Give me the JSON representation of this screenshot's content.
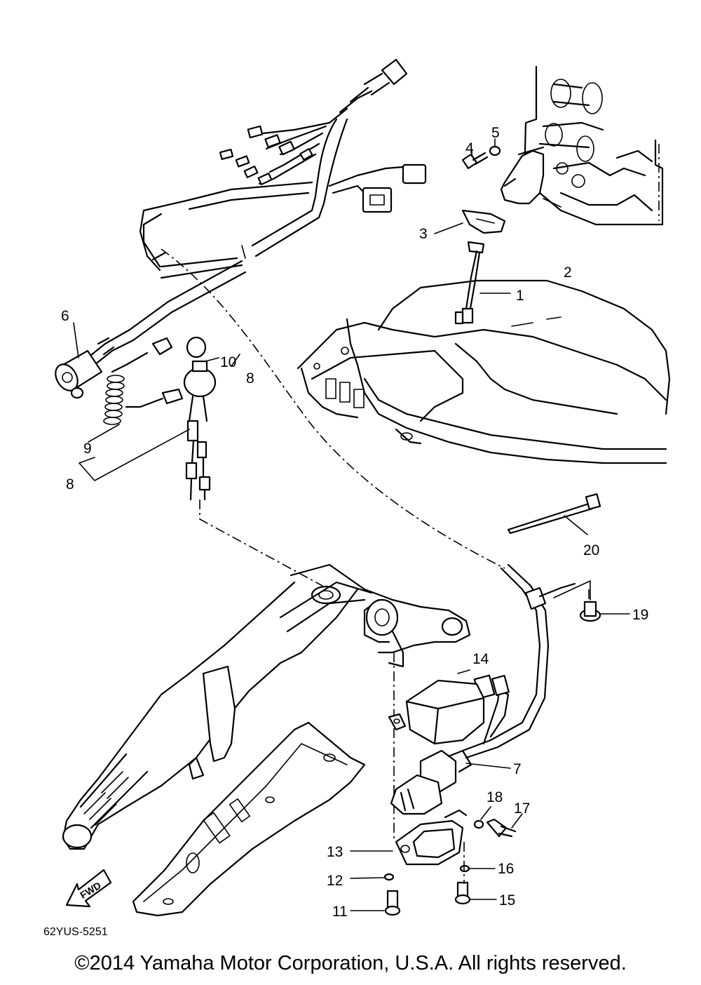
{
  "diagram": {
    "drawing_code": "62YUS-5251",
    "direction_label": "FWD",
    "copyright": "©2014 Yamaha Motor Corporation, U.S.A. All rights reserved."
  },
  "callouts": [
    {
      "id": "c1",
      "label": "1"
    },
    {
      "id": "c2",
      "label": "2"
    },
    {
      "id": "c3",
      "label": "3"
    },
    {
      "id": "c4",
      "label": "4"
    },
    {
      "id": "c5",
      "label": "5"
    },
    {
      "id": "c6",
      "label": "6"
    },
    {
      "id": "c7",
      "label": "7"
    },
    {
      "id": "c8a",
      "label": "8"
    },
    {
      "id": "c8b",
      "label": "8"
    },
    {
      "id": "c9",
      "label": "9"
    },
    {
      "id": "c10",
      "label": "10"
    },
    {
      "id": "c11",
      "label": "11"
    },
    {
      "id": "c12",
      "label": "12"
    },
    {
      "id": "c13",
      "label": "13"
    },
    {
      "id": "c14",
      "label": "14"
    },
    {
      "id": "c15",
      "label": "15"
    },
    {
      "id": "c16",
      "label": "16"
    },
    {
      "id": "c17",
      "label": "17"
    },
    {
      "id": "c18",
      "label": "18"
    },
    {
      "id": "c19",
      "label": "19"
    },
    {
      "id": "c20",
      "label": "20"
    }
  ]
}
